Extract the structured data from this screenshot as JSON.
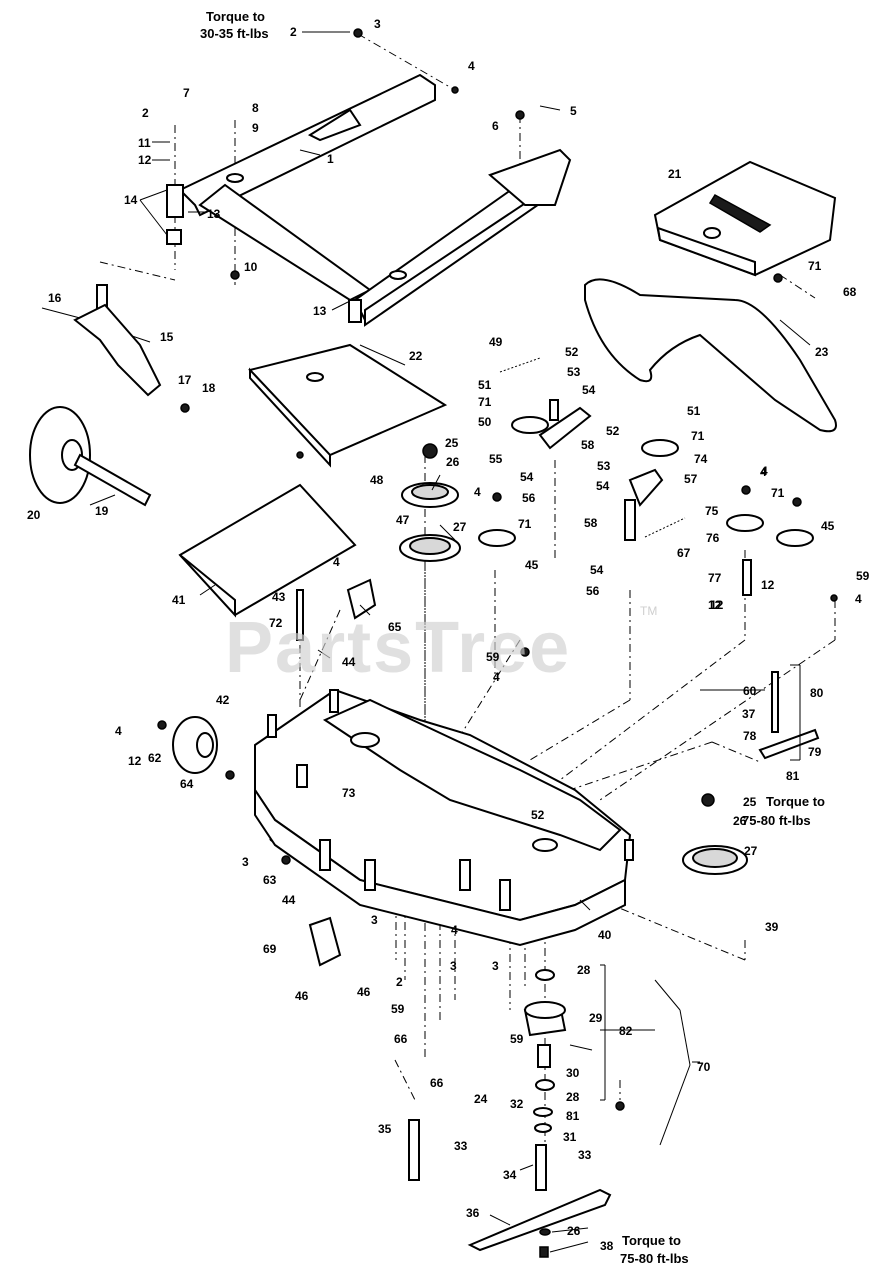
{
  "watermark": {
    "text": "PartsTree",
    "tm": "TM"
  },
  "notes": {
    "torque_top_line1": "Torque to",
    "torque_top_line2": "30-35 ft-lbs",
    "torque_mid_line1": "Torque to",
    "torque_mid_line2": "75-80 ft-lbs",
    "torque_bottom_line1": "Torque to",
    "torque_bottom_line2": "75-80 ft-lbs"
  },
  "callouts": [
    "2",
    "3",
    "4",
    "7",
    "2",
    "8",
    "9",
    "11",
    "12",
    "14",
    "13",
    "5",
    "6",
    "1",
    "10",
    "13",
    "21",
    "71",
    "68",
    "16",
    "15",
    "17",
    "18",
    "22",
    "23",
    "49",
    "52",
    "53",
    "54",
    "51",
    "71",
    "50",
    "58",
    "51",
    "52",
    "71",
    "53",
    "74",
    "55",
    "54",
    "54",
    "57",
    "4",
    "20",
    "19",
    "25",
    "26",
    "48",
    "56",
    "58",
    "4",
    "71",
    "67",
    "4",
    "71",
    "47",
    "27",
    "45",
    "75",
    "45",
    "76",
    "41",
    "4",
    "43",
    "65",
    "54",
    "77",
    "12",
    "12",
    "59",
    "72",
    "56",
    "12",
    "4",
    "59",
    "44",
    "4",
    "60",
    "80",
    "42",
    "37",
    "78",
    "79",
    "81",
    "4",
    "12",
    "62",
    "73",
    "64",
    "52",
    "25",
    "26",
    "27",
    "3",
    "63",
    "40",
    "44",
    "39",
    "69",
    "3",
    "3",
    "2",
    "4",
    "28",
    "46",
    "46",
    "59",
    "29",
    "82",
    "66",
    "59",
    "70",
    "3",
    "30",
    "66",
    "24",
    "28",
    "32",
    "81",
    "35",
    "33",
    "31",
    "34",
    "33",
    "36",
    "26",
    "38"
  ]
}
